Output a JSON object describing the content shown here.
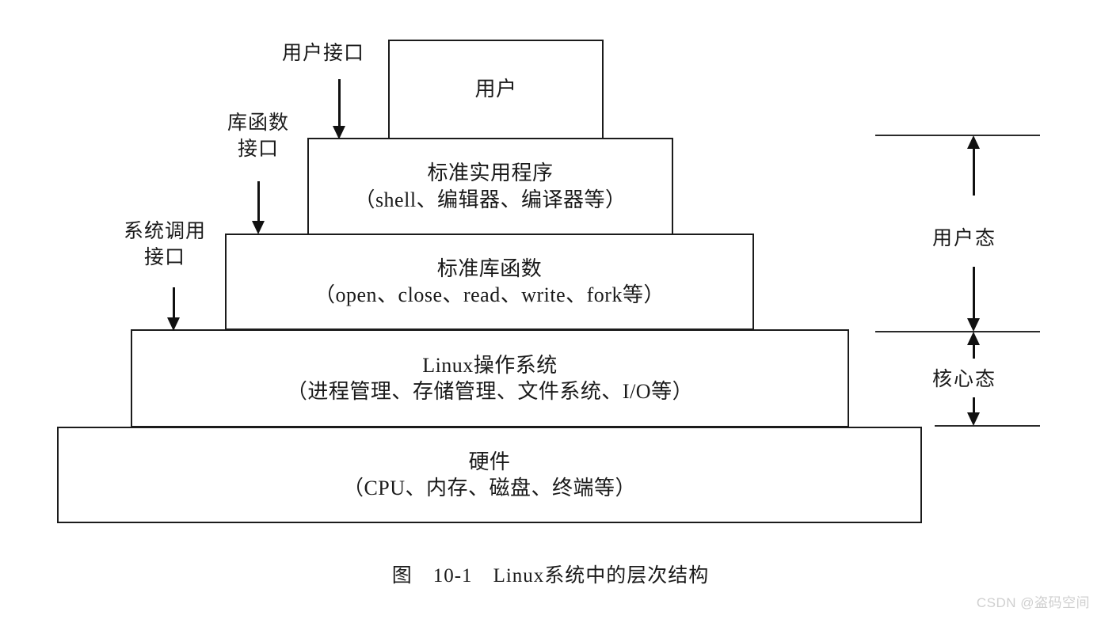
{
  "diagram": {
    "title_caption": {
      "figure_word": "图",
      "number": "10-1",
      "text": "Linux系统中的层次结构"
    },
    "layers": [
      {
        "id": "user",
        "lines": [
          "用户"
        ]
      },
      {
        "id": "standard-utilities",
        "lines": [
          "标准实用程序",
          "（shell、编辑器、编译器等）"
        ]
      },
      {
        "id": "standard-library-functions",
        "lines": [
          "标准库函数",
          "（open、close、read、write、fork等）"
        ]
      },
      {
        "id": "linux-operating-system",
        "lines": [
          "Linux操作系统",
          "（进程管理、存储管理、文件系统、I/O等）"
        ]
      },
      {
        "id": "hardware",
        "lines": [
          "硬件",
          "（CPU、内存、磁盘、终端等）"
        ]
      }
    ],
    "interface_labels": [
      {
        "id": "user-interface",
        "line1": "用户接口",
        "line2": ""
      },
      {
        "id": "library-function-interface",
        "line1": "库函数",
        "line2": "接口"
      },
      {
        "id": "system-call-interface",
        "line1": "系统调用",
        "line2": "接口"
      }
    ],
    "modes": [
      {
        "id": "user-mode",
        "label": "用户态"
      },
      {
        "id": "kernel-mode",
        "label": "核心态"
      }
    ],
    "watermark": "CSDN @盗码空间",
    "colors": {
      "background": "#ffffff",
      "stroke": "#1b1b1b",
      "text": "#1a1a1a",
      "watermark": "#cfcfcf"
    }
  }
}
